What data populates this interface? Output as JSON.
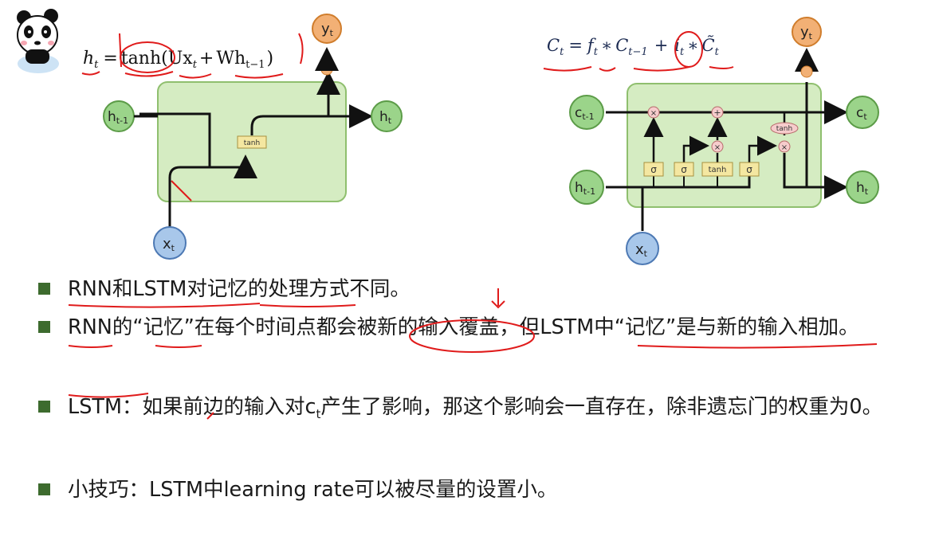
{
  "rnn": {
    "formula": {
      "h": "h",
      "t": "t",
      "eq": "=",
      "tanh": "tanh",
      "open": "(",
      "U": "Ux",
      "plus": "+",
      "W": "Wh",
      "tm1": "t−1",
      "close": ")"
    },
    "labels": {
      "y": "y",
      "y_sub": "t",
      "h_in": "h",
      "h_in_sub": "t-1",
      "h_out": "h",
      "h_out_sub": "t",
      "x": "x",
      "x_sub": "t",
      "tanh": "tanh"
    }
  },
  "lstm": {
    "formula": {
      "C": "C",
      "t": "t",
      "eq": "=",
      "f": "f",
      "star": "∗",
      "Ctm1": "C",
      "tm1": "t−1",
      "plus": "+",
      "i": "i",
      "Ctilde": "C̃"
    },
    "labels": {
      "y": "y",
      "y_sub": "t",
      "c_in": "c",
      "c_in_sub": "t-1",
      "c_out": "c",
      "c_out_sub": "t",
      "h_in": "h",
      "h_in_sub": "t-1",
      "h_out": "h",
      "h_out_sub": "t",
      "x": "x",
      "x_sub": "t",
      "sigma": "σ",
      "tanh": "tanh",
      "times": "×",
      "plus_op": "+"
    }
  },
  "bullets": {
    "b1": "RNN和LSTM对记忆的处理方式不同。",
    "b2": "RNN的“记忆”在每个时间点都会被新的输入覆盖，但LSTM中“记忆”是与新的输入相加。",
    "b3_pre": "LSTM：如果前边的输入对c",
    "b3_sub": "t",
    "b3_post": "产生了影响，那这个影响会一直存在，除非遗忘门的权重为0。",
    "b4": "小技巧：LSTM中learning rate可以被尽量的设置小。"
  },
  "colors": {
    "cell": "#d5ecc2",
    "node_green": "#9bd48a",
    "node_blue": "#a8c7ea",
    "node_orange": "#f2b075",
    "gate": "#f4e7a1",
    "annot": "#e01b1b",
    "bullet": "#3d6b2e"
  }
}
